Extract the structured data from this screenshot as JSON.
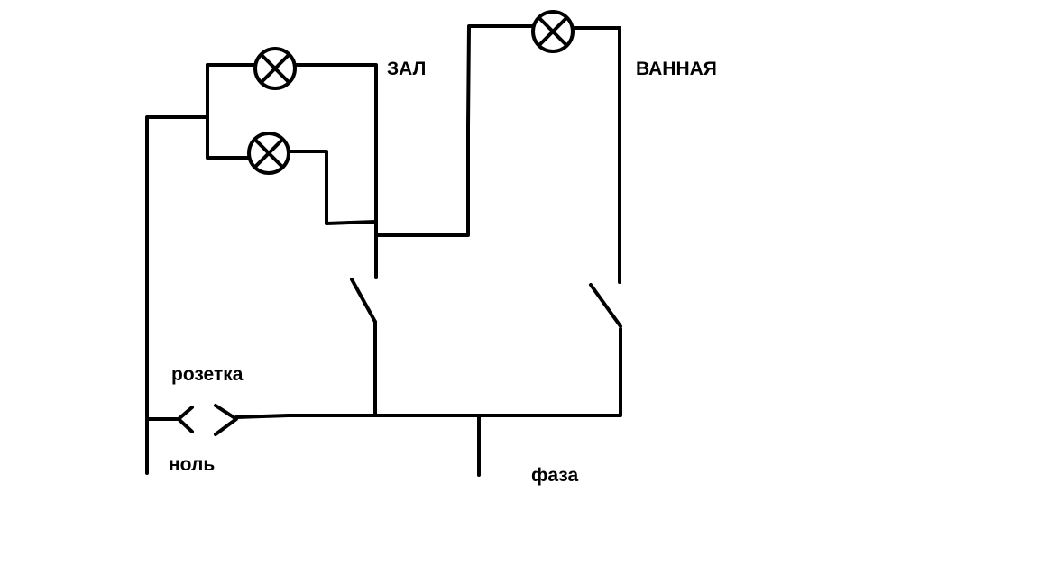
{
  "diagram": {
    "labels": {
      "hall": "ЗАЛ",
      "bathroom": "ВАННАЯ",
      "socket": "розетка",
      "neutral": "ноль",
      "phase": "фаза"
    },
    "colors": {
      "line": "#000000",
      "background": "#ffffff"
    }
  }
}
